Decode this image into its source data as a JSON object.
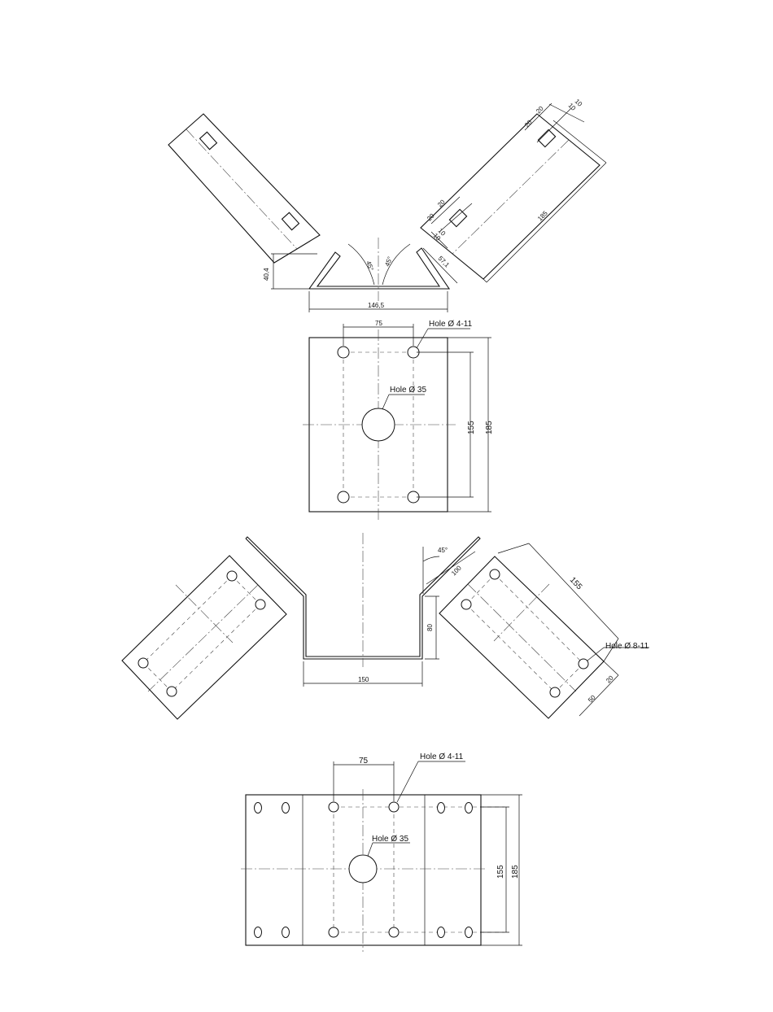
{
  "view1": {
    "angle_left": "45°",
    "angle_right": "45°",
    "dim_height": "40,4",
    "dim_width": "146,5",
    "dim_flange": "57,1",
    "dim_length": "185",
    "slot_top_a": "20",
    "slot_top_b": "20",
    "slot_top_c": "10",
    "slot_top_d": "10",
    "slot_top_e": "20",
    "slot_mid_a": "20",
    "slot_mid_b": "20",
    "slot_mid_c": "10",
    "slot_mid_d": "10"
  },
  "view2": {
    "dim_spacing": "75",
    "hole_small": "Hole Ø 4-11",
    "hole_big": "Hole Ø 35",
    "dim_inner": "155",
    "dim_outer": "185"
  },
  "view3": {
    "angle": "45°",
    "dim_flange": "100",
    "dim_height": "80",
    "dim_width": "150",
    "dim_plate": "155",
    "hole_label": "Hole Ø 8-11",
    "dim_edge": "20",
    "dim_offset": "50"
  },
  "view4": {
    "dim_spacing": "75",
    "hole_small": "Hole Ø 4-11",
    "hole_big": "Hole Ø 35",
    "dim_inner": "155",
    "dim_outer": "185"
  }
}
